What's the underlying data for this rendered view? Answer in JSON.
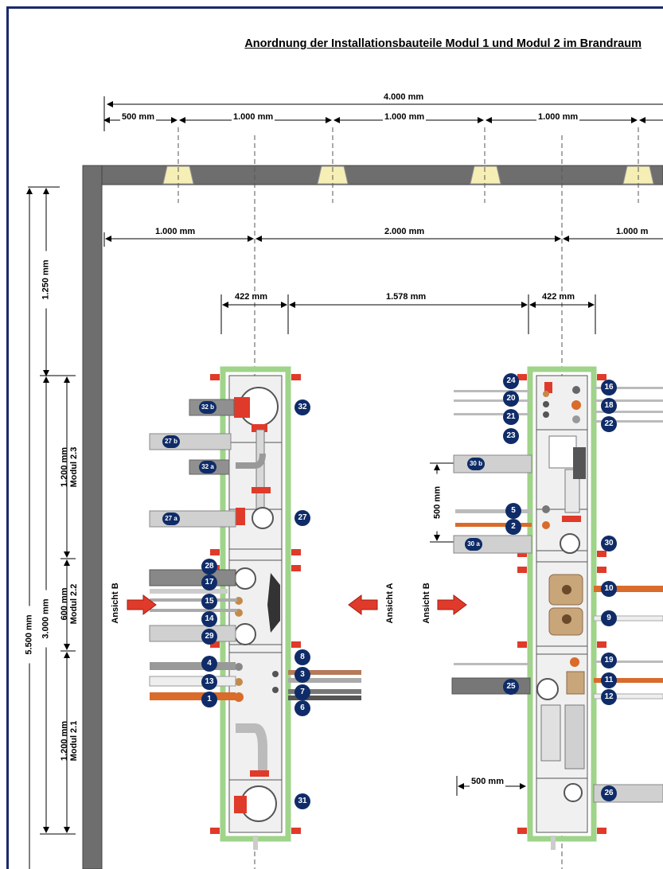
{
  "title": "Anordnung der Installationsbauteile Modul 1 und Modul 2 im Brandraum",
  "dimensions": {
    "total_width": "4.000 mm",
    "segments_top": [
      "500 mm",
      "1.000 mm",
      "1.000 mm",
      "1.000 mm"
    ],
    "axis_distances": [
      "1.000 mm",
      "2.000 mm",
      "1.000 m"
    ],
    "shaft_width_left": "422 mm",
    "shaft_gap": "1.578 mm",
    "shaft_width_right": "422 mm",
    "total_height": "5.500 mm",
    "ceiling_to_module": "1.250 mm",
    "module_height": "3.000 mm",
    "module_2_3_height": "1.200 mm",
    "module_2_2_height": "600 mm",
    "module_2_1_height": "1.200 mm",
    "right_pipe_offset": "500 mm",
    "bottom_pipe_offset": "500 mm"
  },
  "modules": {
    "m23": "Modul 2.3",
    "m22": "Modul 2.2",
    "m21": "Modul 2.1"
  },
  "views": {
    "ansicht_a": "Ansicht A",
    "ansicht_b_left": "Ansicht B",
    "ansicht_b_right": "Ansicht B"
  },
  "left_labels": {
    "l32b": "32 b",
    "l32": "32",
    "l27b": "27 b",
    "l32a": "32 a",
    "l27a": "27 a",
    "l27": "27",
    "l28": "28",
    "l17": "17",
    "l15": "15",
    "l14": "14",
    "l29": "29",
    "l4": "4",
    "l13": "13",
    "l1": "1",
    "l8": "8",
    "l3": "3",
    "l7": "7",
    "l6": "6",
    "l31": "31"
  },
  "right_labels": {
    "l24": "24",
    "l20": "20",
    "l21": "21",
    "l23": "23",
    "l16": "16",
    "l18": "18",
    "l22": "22",
    "l30b": "30 b",
    "l5": "5",
    "l2": "2",
    "l30a": "30 a",
    "l30": "30",
    "l10": "10",
    "l9": "9",
    "l19": "19",
    "l25": "25",
    "l11": "11",
    "l12": "12",
    "l26": "26"
  },
  "colors": {
    "navy": "#0f2c68",
    "frame_green": "#9fd48a",
    "wall_gray": "#6e6e6e",
    "fire_red": "#e03a2a",
    "copper": "#d96b2b",
    "beam_yellow": "#f6efb5"
  }
}
